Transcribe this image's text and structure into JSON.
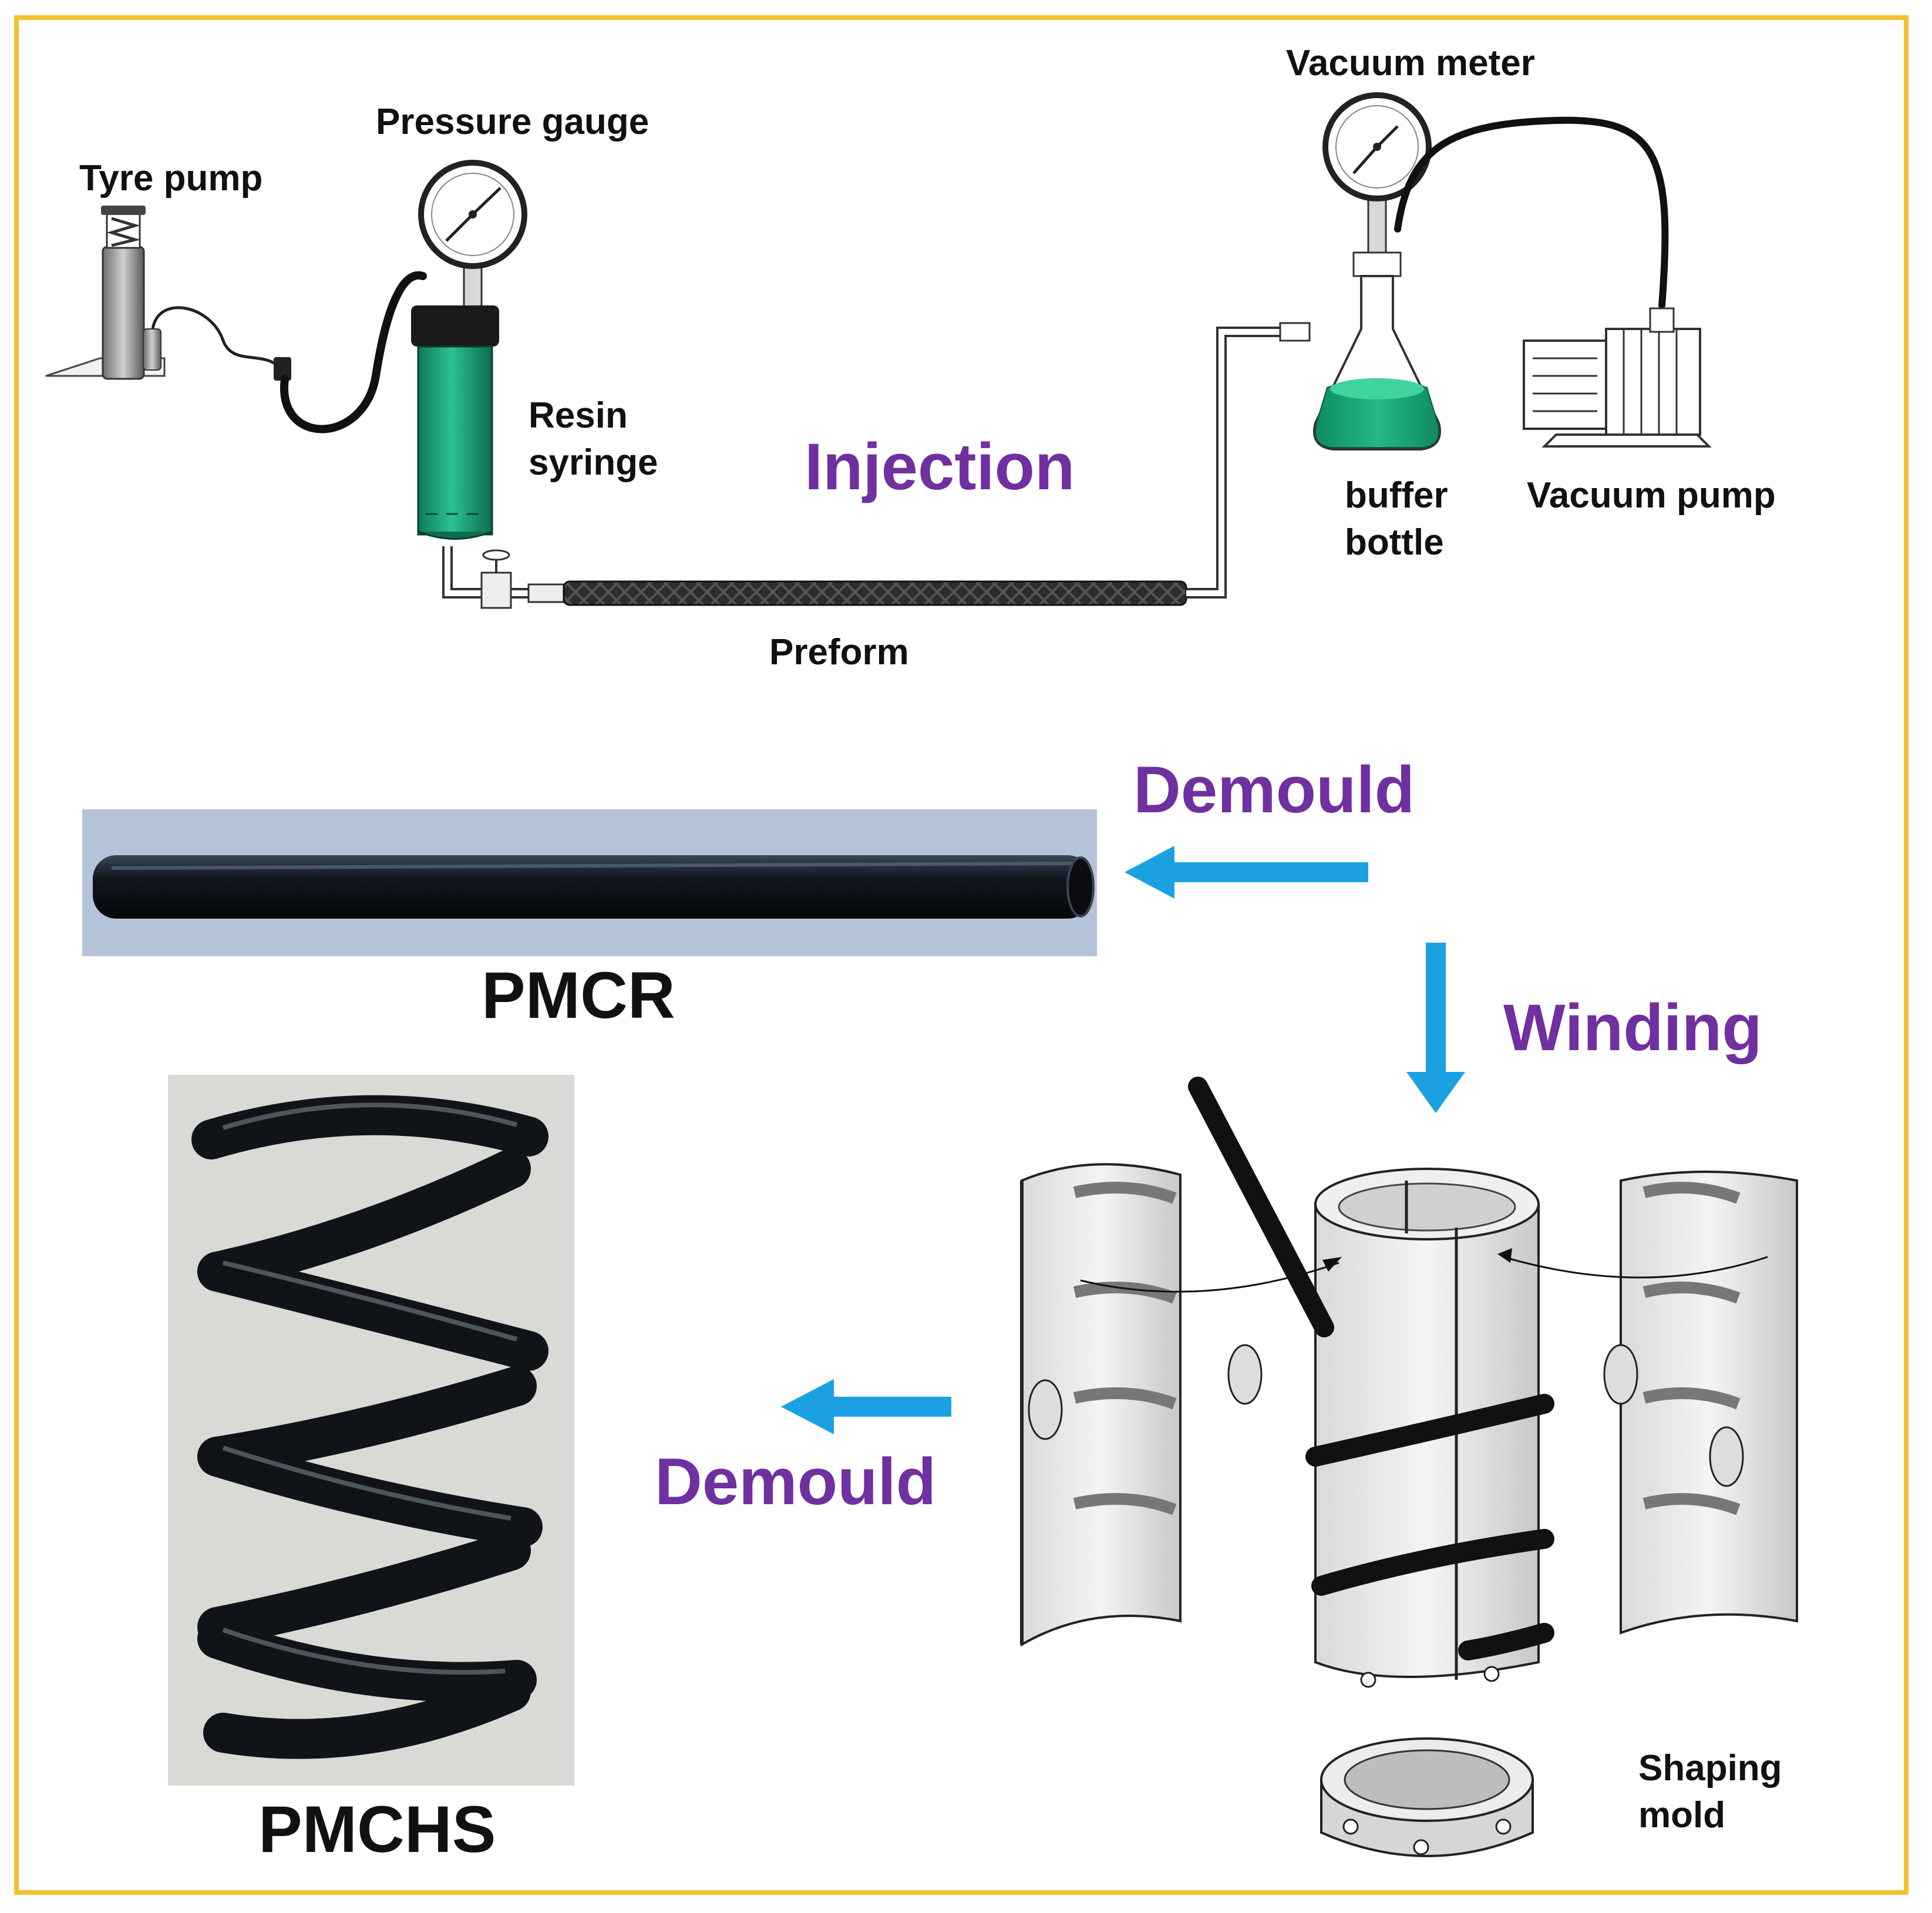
{
  "colors": {
    "border": "#f2c12e",
    "step_text": "#7030a0",
    "arrow": "#1ba1e2",
    "resin": "#1aa37a",
    "mold": "#e9e9e9"
  },
  "labels": {
    "tyre_pump": "Tyre pump",
    "pressure_gauge": "Pressure gauge",
    "resin_syringe_line1": "Resin",
    "resin_syringe_line2": "syringe",
    "vacuum_meter": "Vacuum meter",
    "buffer_bottle_line1": "buffer",
    "buffer_bottle_line2": "bottle",
    "vacuum_pump": "Vacuum pump",
    "preform": "Preform",
    "shaping_mold_line1": "Shaping",
    "shaping_mold_line2": "mold"
  },
  "steps": {
    "injection": "Injection",
    "demould_top": "Demould",
    "winding": "Winding",
    "demould_bottom": "Demould"
  },
  "products": {
    "pmcr": "PMCR",
    "pmchs": "PMCHS"
  },
  "icons": [
    "tyre-pump-icon",
    "pressure-gauge-icon",
    "resin-syringe-icon",
    "valve-icon",
    "preform-tube-icon",
    "vacuum-meter-icon",
    "buffer-bottle-icon",
    "vacuum-pump-icon",
    "pmcr-rod-image",
    "pmchs-spring-image",
    "split-mold-icon",
    "shaping-ring-icon"
  ]
}
